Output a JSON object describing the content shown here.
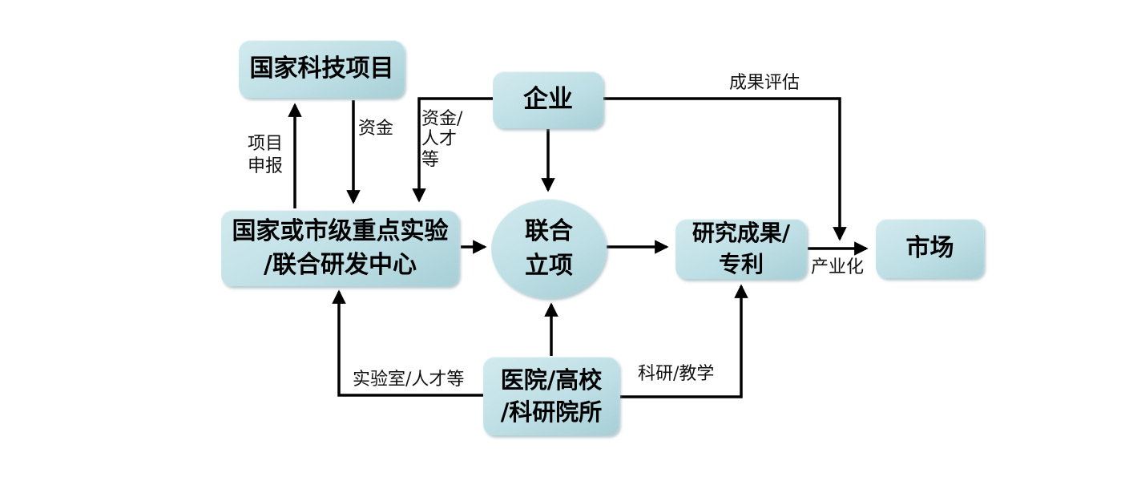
{
  "nodes": {
    "national_project": {
      "label": "国家科技项目"
    },
    "enterprise": {
      "label": "企业"
    },
    "lab": {
      "label": "国家或市级重点实验\n/联合研发中心"
    },
    "joint_project": {
      "label": "联合\n立项"
    },
    "research_results": {
      "label": "研究成果/\n专利"
    },
    "market": {
      "label": "市场"
    },
    "hospital": {
      "label": "医院/高校\n/科研院所"
    }
  },
  "edge_labels": {
    "project_application": "项目\n申报",
    "funding": "资金",
    "funding_talent": "资金/\n人才\n等",
    "results_evaluation": "成果评估",
    "industrialization": "产业化",
    "lab_talent": "实验室/人才等",
    "research_teaching": "科研/教学"
  },
  "colors": {
    "node_fill": "#bedfe5",
    "node_fill_light": "#d2eaee",
    "node_fill_dark": "#a7cfd6",
    "arrow": "#000000",
    "text": "#111111",
    "background": "#ffffff"
  }
}
